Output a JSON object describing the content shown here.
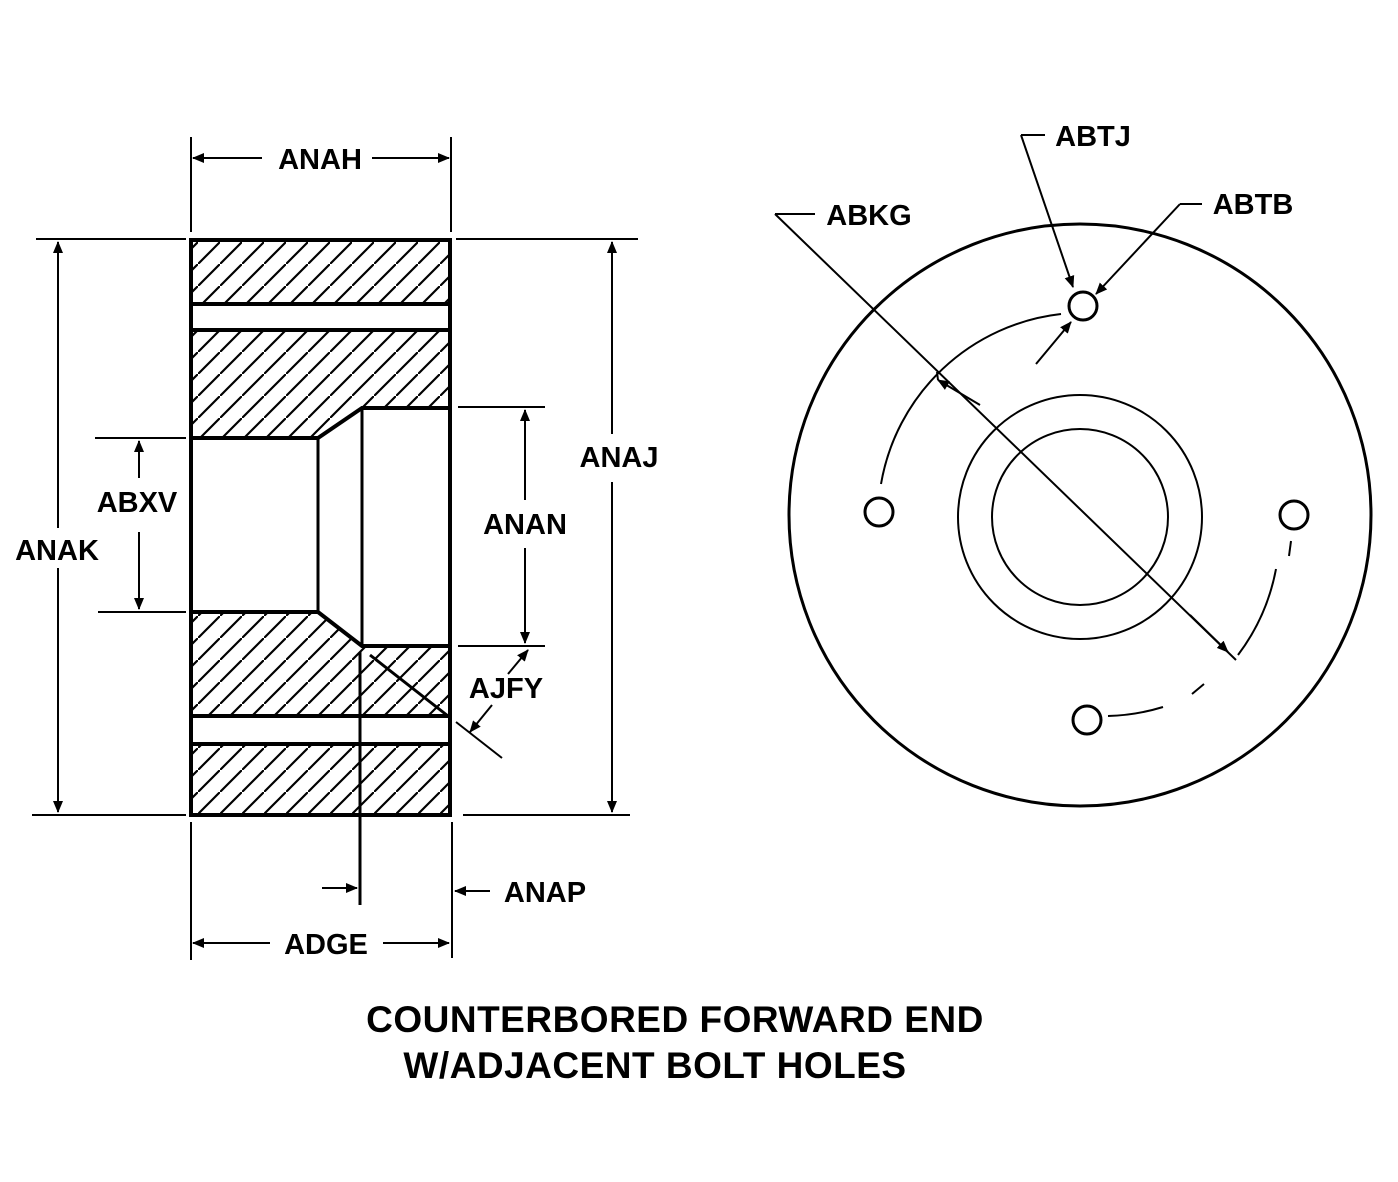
{
  "labels": {
    "anah": "ANAH",
    "anak": "ANAK",
    "abxv": "ABXV",
    "anan": "ANAN",
    "anaj": "ANAJ",
    "ajfy": "AJFY",
    "anap": "ANAP",
    "adge": "ADGE",
    "abkg": "ABKG",
    "abtj": "ABTJ",
    "abtb": "ABTB"
  },
  "caption": {
    "line1": "COUNTERBORED FORWARD END",
    "line2": "W/ADJACENT BOLT HOLES"
  }
}
